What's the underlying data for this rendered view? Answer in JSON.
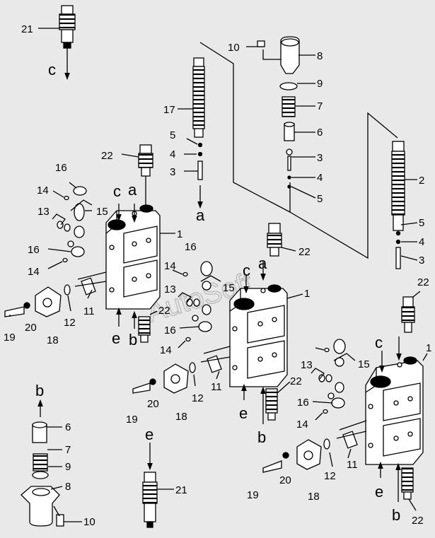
{
  "diagram": {
    "watermark": "AutoSoft",
    "part_numbers": [
      "21",
      "10",
      "8",
      "9",
      "7",
      "17",
      "6",
      "5",
      "4",
      "3",
      "2",
      "22",
      "16",
      "14",
      "13",
      "15",
      "1",
      "12",
      "11",
      "19",
      "20",
      "18"
    ],
    "port_labels": [
      "a",
      "b",
      "c",
      "e"
    ]
  },
  "labels": [
    {
      "id": "l21a",
      "text": "21"
    },
    {
      "id": "lc1",
      "text": "c"
    },
    {
      "id": "l10a",
      "text": "10"
    },
    {
      "id": "l8a",
      "text": "8"
    },
    {
      "id": "l9a",
      "text": "9"
    },
    {
      "id": "l7a",
      "text": "7"
    },
    {
      "id": "l17",
      "text": "17"
    },
    {
      "id": "l6a",
      "text": "6"
    },
    {
      "id": "l5a",
      "text": "5"
    },
    {
      "id": "l4a",
      "text": "4"
    },
    {
      "id": "l3a",
      "text": "3"
    },
    {
      "id": "la1",
      "text": "a"
    },
    {
      "id": "l3b",
      "text": "3"
    },
    {
      "id": "l4b",
      "text": "4"
    },
    {
      "id": "l5b",
      "text": "5"
    },
    {
      "id": "l2",
      "text": "2"
    },
    {
      "id": "l22a",
      "text": "22"
    },
    {
      "id": "l16a",
      "text": "16"
    },
    {
      "id": "l14a",
      "text": "14"
    },
    {
      "id": "lc2",
      "text": "c"
    },
    {
      "id": "la2",
      "text": "a"
    },
    {
      "id": "l13a",
      "text": "13"
    },
    {
      "id": "l15a",
      "text": "15"
    },
    {
      "id": "l1a",
      "text": "1"
    },
    {
      "id": "l16b",
      "text": "16"
    },
    {
      "id": "l14b",
      "text": "14"
    },
    {
      "id": "l5c",
      "text": "5"
    },
    {
      "id": "l4c",
      "text": "4"
    },
    {
      "id": "l3c",
      "text": "3"
    },
    {
      "id": "l16c",
      "text": "16"
    },
    {
      "id": "l22b",
      "text": "22"
    },
    {
      "id": "l14c",
      "text": "14"
    },
    {
      "id": "lc3",
      "text": "c"
    },
    {
      "id": "la3",
      "text": "a"
    },
    {
      "id": "l13b",
      "text": "13"
    },
    {
      "id": "l15b",
      "text": "15"
    },
    {
      "id": "l1b",
      "text": "1"
    },
    {
      "id": "l22c",
      "text": "22"
    },
    {
      "id": "l11a",
      "text": "11"
    },
    {
      "id": "l12a",
      "text": "12"
    },
    {
      "id": "l19a",
      "text": "19"
    },
    {
      "id": "l20a",
      "text": "20"
    },
    {
      "id": "l18a",
      "text": "18"
    },
    {
      "id": "le1",
      "text": "e"
    },
    {
      "id": "lb1",
      "text": "b"
    },
    {
      "id": "l16d",
      "text": "16"
    },
    {
      "id": "l14d",
      "text": "14"
    },
    {
      "id": "l22d",
      "text": "22"
    },
    {
      "id": "l22e",
      "text": "22"
    },
    {
      "id": "lc4",
      "text": "c"
    },
    {
      "id": "l1c",
      "text": "1"
    },
    {
      "id": "l13c",
      "text": "13"
    },
    {
      "id": "l15c",
      "text": "15"
    },
    {
      "id": "l11b",
      "text": "11"
    },
    {
      "id": "l12b",
      "text": "12"
    },
    {
      "id": "l19b",
      "text": "19"
    },
    {
      "id": "l20b",
      "text": "20"
    },
    {
      "id": "l18b",
      "text": "18"
    },
    {
      "id": "le2",
      "text": "e"
    },
    {
      "id": "lb2",
      "text": "b"
    },
    {
      "id": "l16e",
      "text": "16"
    },
    {
      "id": "l14e",
      "text": "14"
    },
    {
      "id": "l11c",
      "text": "11"
    },
    {
      "id": "l12c",
      "text": "12"
    },
    {
      "id": "l19c",
      "text": "19"
    },
    {
      "id": "l20c",
      "text": "20"
    },
    {
      "id": "l18c",
      "text": "18"
    },
    {
      "id": "le3",
      "text": "e"
    },
    {
      "id": "lb3",
      "text": "b"
    },
    {
      "id": "l22f",
      "text": "22"
    },
    {
      "id": "lb4",
      "text": "b"
    },
    {
      "id": "l6b",
      "text": "6"
    },
    {
      "id": "l7b",
      "text": "7"
    },
    {
      "id": "l9b",
      "text": "9"
    },
    {
      "id": "l8b",
      "text": "8"
    },
    {
      "id": "l10b",
      "text": "10"
    },
    {
      "id": "le4",
      "text": "e"
    },
    {
      "id": "l21b",
      "text": "21"
    }
  ]
}
